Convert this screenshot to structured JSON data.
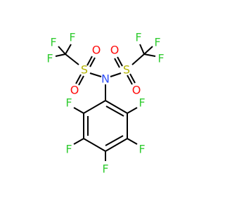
{
  "colors": {
    "bond": "#000000",
    "F": "#33cc33",
    "O": "#ff0d0d",
    "S": "#b2b200",
    "N": "#3050f8",
    "background": "#ffffff"
  },
  "atoms": {
    "f_left_cf3_top_a": "F",
    "f_left_cf3_top_b": "F",
    "f_left_cf3_left": "F",
    "s_left": "S",
    "o_left_top": "O",
    "o_left_bottom": "O",
    "n_center": "N",
    "s_right": "S",
    "o_right_top": "O",
    "o_right_bottom": "O",
    "f_right_cf3_top_a": "F",
    "f_right_cf3_top_b": "F",
    "f_right_cf3_right": "F",
    "f_ring_ortho_left": "F",
    "f_ring_ortho_right": "F",
    "f_ring_meta_left": "F",
    "f_ring_meta_right": "F",
    "f_ring_para": "F"
  }
}
